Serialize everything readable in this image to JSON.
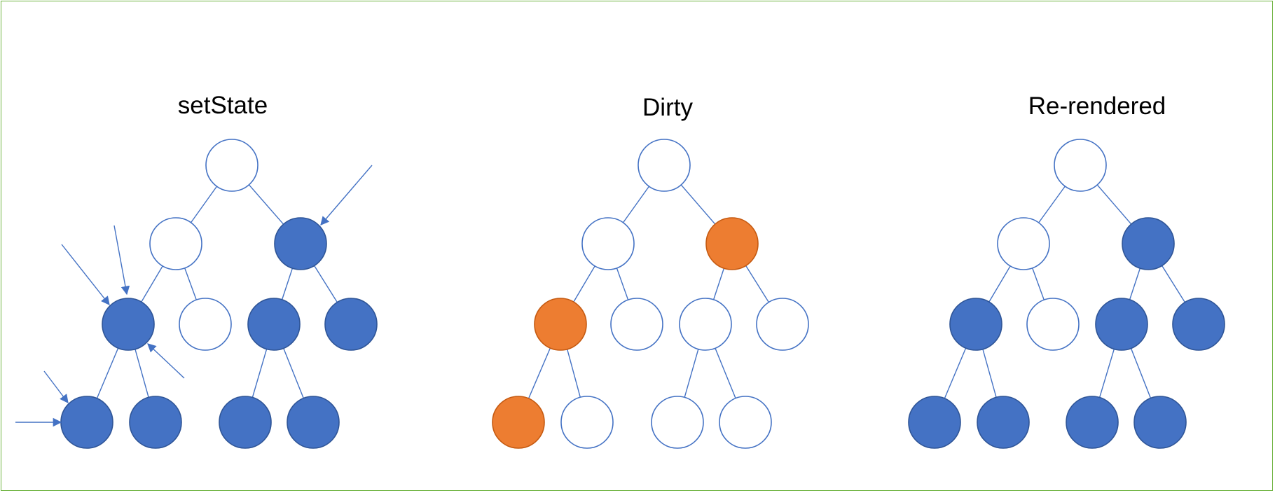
{
  "colors": {
    "frame": "#6db33f",
    "line": "#4472c4",
    "empty_fill": "#ffffff",
    "filled": "#4472c4",
    "dirty": "#ed7d31",
    "dirty_stroke": "#c55a11"
  },
  "panels": [
    {
      "id": "setstate",
      "title": "setState",
      "node_states": {
        "root": "empty",
        "a": "empty",
        "b": "filled",
        "a1": "filled",
        "a2": "empty",
        "b1": "filled",
        "b2": "filled",
        "a1a": "filled",
        "a1b": "filled",
        "b1a": "filled",
        "b1b": "filled"
      },
      "has_arrows": true
    },
    {
      "id": "dirty",
      "title": "Dirty",
      "node_states": {
        "root": "empty",
        "a": "empty",
        "b": "dirty",
        "a1": "dirty",
        "a2": "empty",
        "b1": "empty",
        "b2": "empty",
        "a1a": "dirty",
        "a1b": "empty",
        "b1a": "empty",
        "b1b": "empty"
      },
      "has_arrows": false
    },
    {
      "id": "rerendered",
      "title": "Re-rendered",
      "node_states": {
        "root": "empty",
        "a": "empty",
        "b": "filled",
        "a1": "filled",
        "a2": "empty",
        "b1": "filled",
        "b2": "filled",
        "a1a": "filled",
        "a1b": "filled",
        "b1a": "filled",
        "b1b": "filled"
      },
      "has_arrows": false
    }
  ]
}
